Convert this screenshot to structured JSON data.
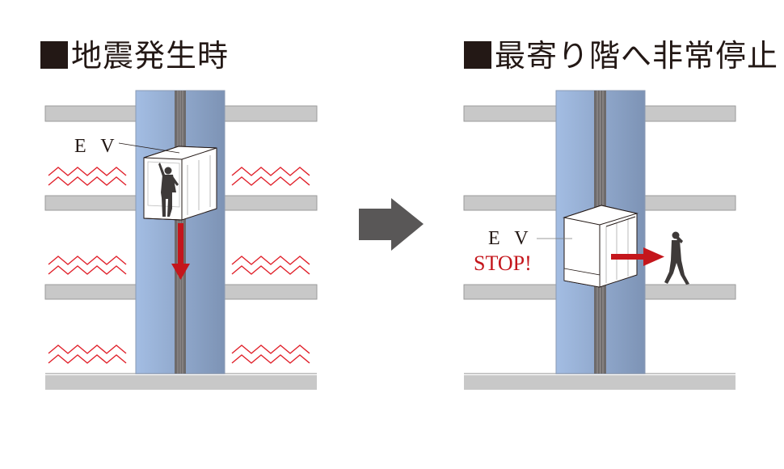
{
  "panels": [
    {
      "id": "earthquake",
      "title": "地震発生時",
      "elevator_label": "E V",
      "elevator_motion": "down",
      "show_shaking": true
    },
    {
      "id": "emergency-stop",
      "title": "最寄り階へ非常停止",
      "elevator_label": "E V",
      "status_label": "STOP!",
      "elevator_motion": "exit-right",
      "show_shaking": false
    }
  ],
  "transition_arrow": "right-arrow",
  "colors": {
    "title_text": "#231815",
    "shaft_light": "#a3bde3",
    "shaft_dark": "#7d93b5",
    "rail": "#6e6b6b",
    "floor_slab": "#c8c8c8",
    "floor_edge": "#9a9a9a",
    "alert_red": "#c4161c",
    "shake_red": "#e0202a",
    "arrow_gray": "#595757",
    "silhouette": "#3e3a39"
  }
}
